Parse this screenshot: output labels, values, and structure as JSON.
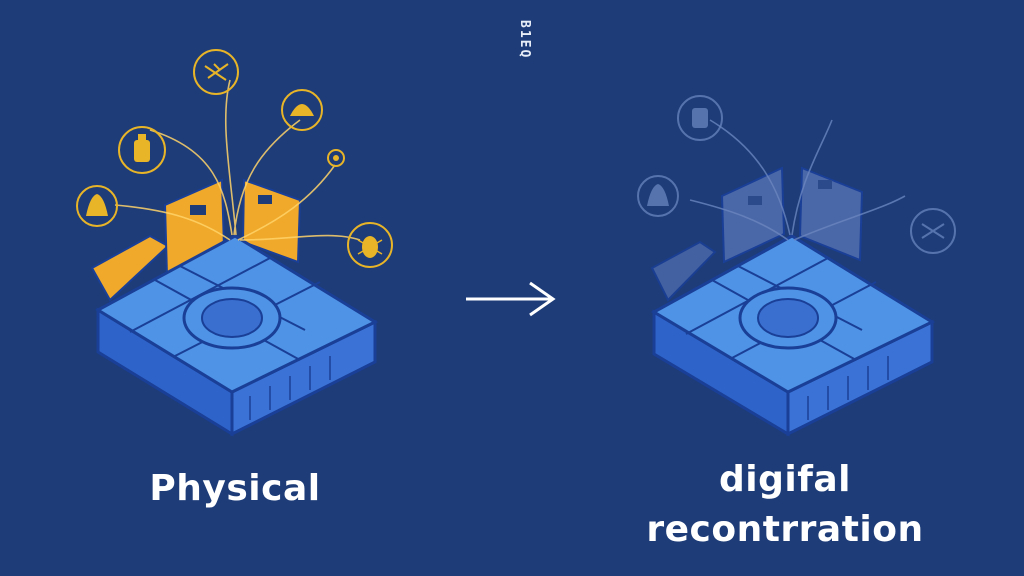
{
  "colors": {
    "background": "#1d3c78",
    "tile_top": "#4e93e6",
    "tile_side": "#2e63c9",
    "tile_edge": "#1a3f96",
    "accent_gold": "#f0a92a",
    "icon_gold": "#e8b428",
    "ghost": "#4a67a7"
  },
  "top_mark": "B1EQ",
  "left": {
    "caption": "Physical",
    "icons": [
      "tools-icon",
      "hat-icon",
      "bottle-icon",
      "bell-icon",
      "gear-icon",
      "bug-icon"
    ]
  },
  "arrow": {
    "icon": "arrow-right-icon"
  },
  "right": {
    "caption_line1": "digifal",
    "caption_line2": "recontrration",
    "icons": [
      "bottle-icon",
      "bell-icon",
      "tools-icon"
    ]
  }
}
